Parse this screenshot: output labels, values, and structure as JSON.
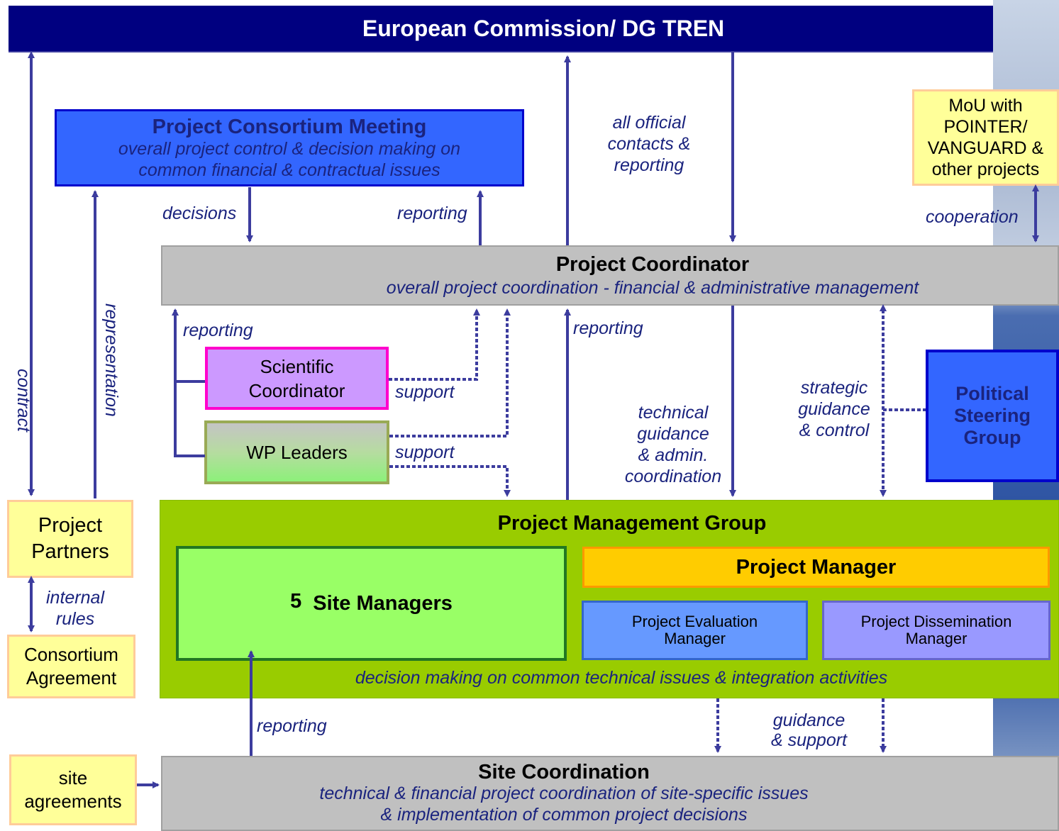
{
  "header": {
    "title": "European Commission/ DG TREN"
  },
  "consortium_meeting": {
    "title": "Project Consortium Meeting",
    "subtitle_line1": "overall project control & decision making on",
    "subtitle_line2": "common financial & contractual issues"
  },
  "mou_box": {
    "line1": "MoU with",
    "line2": "POINTER/",
    "line3": "VANGUARD &",
    "line4": "other projects"
  },
  "coordinator": {
    "title": "Project Coordinator",
    "subtitle": "overall project coordination - financial & administrative management"
  },
  "scientific_coordinator": {
    "line1": "Scientific",
    "line2": "Coordinator"
  },
  "wp_leaders": {
    "label": "WP Leaders"
  },
  "political_group": {
    "line1": "Political",
    "line2": "Steering",
    "line3": "Group"
  },
  "partners": {
    "line1": "Project",
    "line2": "Partners"
  },
  "consortium_agreement": {
    "line1": "Consortium",
    "line2": "Agreement"
  },
  "management_group": {
    "title": "Project Management Group",
    "site_managers_number": "5",
    "site_managers_label": "Site Managers",
    "project_manager": "Project Manager",
    "evaluation_manager_line1": "Project Evaluation",
    "evaluation_manager_line2": "Manager",
    "dissemination_manager_line1": "Project Dissemination",
    "dissemination_manager_line2": "Manager",
    "footer": "decision making on common technical issues & integration activities"
  },
  "site_agreements": {
    "line1": "site",
    "line2": "agreements"
  },
  "site_coordination": {
    "title": "Site Coordination",
    "line1": "technical & financial project coordination of site-specific issues",
    "line2": "& implementation of common project decisions"
  },
  "edge_labels": {
    "contract": "contract",
    "representation": "representation",
    "decisions": "decisions",
    "reporting_consortium": "reporting",
    "official_line1": "all official",
    "official_line2": "contacts &",
    "official_line3": "reporting",
    "cooperation": "cooperation",
    "reporting_left": "reporting",
    "support_scientific": "support",
    "support_wp": "support",
    "reporting_center": "reporting",
    "technical_line1": "technical",
    "technical_line2": "guidance",
    "technical_line3": "& admin.",
    "technical_line4": "coordination",
    "strategic_line1": "strategic",
    "strategic_line2": "guidance",
    "strategic_line3": "& control",
    "internal_line1": "internal",
    "internal_line2": "rules",
    "reporting_site": "reporting",
    "guidance_line1": "guidance",
    "guidance_line2": "& support"
  },
  "colors": {
    "navy": "#000080",
    "arrow": "#3c3c9e",
    "consortium_blue": "#3366ff",
    "gray": "#c0c0c0",
    "green_group": "#99cc00",
    "site_managers": "#99ff66",
    "project_manager": "#ffcc00",
    "evaluation": "#6699ff",
    "dissemination": "#9999ff",
    "pale_yellow": "#ffff99",
    "peach_border": "#ffcc99",
    "scientific": "#cc99ff",
    "magenta": "#ff00cc",
    "political": "#3366ff"
  }
}
